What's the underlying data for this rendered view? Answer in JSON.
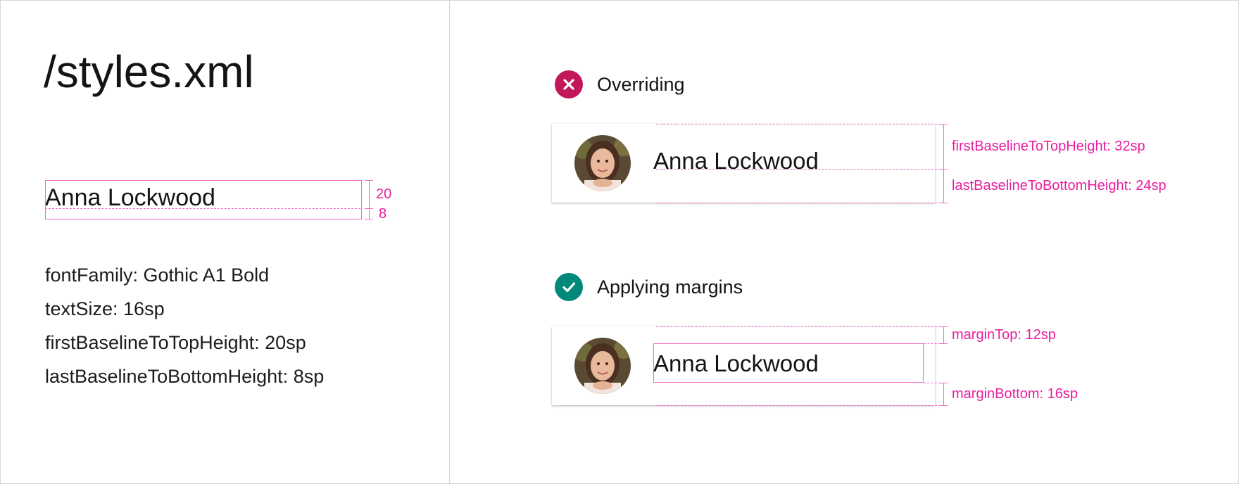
{
  "left_panel": {
    "title": "/styles.xml",
    "sample_name": "Anna Lockwood",
    "measure_top": "20",
    "measure_bottom": "8",
    "specs": [
      "fontFamily: Gothic A1 Bold",
      "textSize: 16sp",
      "firstBaselineToTopHeight: 20sp",
      "lastBaselineToBottomHeight: 8sp"
    ]
  },
  "overriding": {
    "heading": "Overriding",
    "status": "incorrect",
    "icon": "close-icon",
    "icon_color": "#c2185b",
    "card_name": "Anna Lockwood",
    "annotation_top": "firstBaselineToTopHeight: 32sp",
    "annotation_bottom": "lastBaselineToBottomHeight: 24sp"
  },
  "applying_margins": {
    "heading": "Applying margins",
    "status": "correct",
    "icon": "check-icon",
    "icon_color": "#00897b",
    "card_name": "Anna Lockwood",
    "annotation_top": "marginTop: 12sp",
    "annotation_bottom": "marginBottom: 16sp"
  },
  "colors": {
    "guide": "#f06cc3",
    "annotation_text": "#e91e9e",
    "border": "#d6d6d6"
  }
}
